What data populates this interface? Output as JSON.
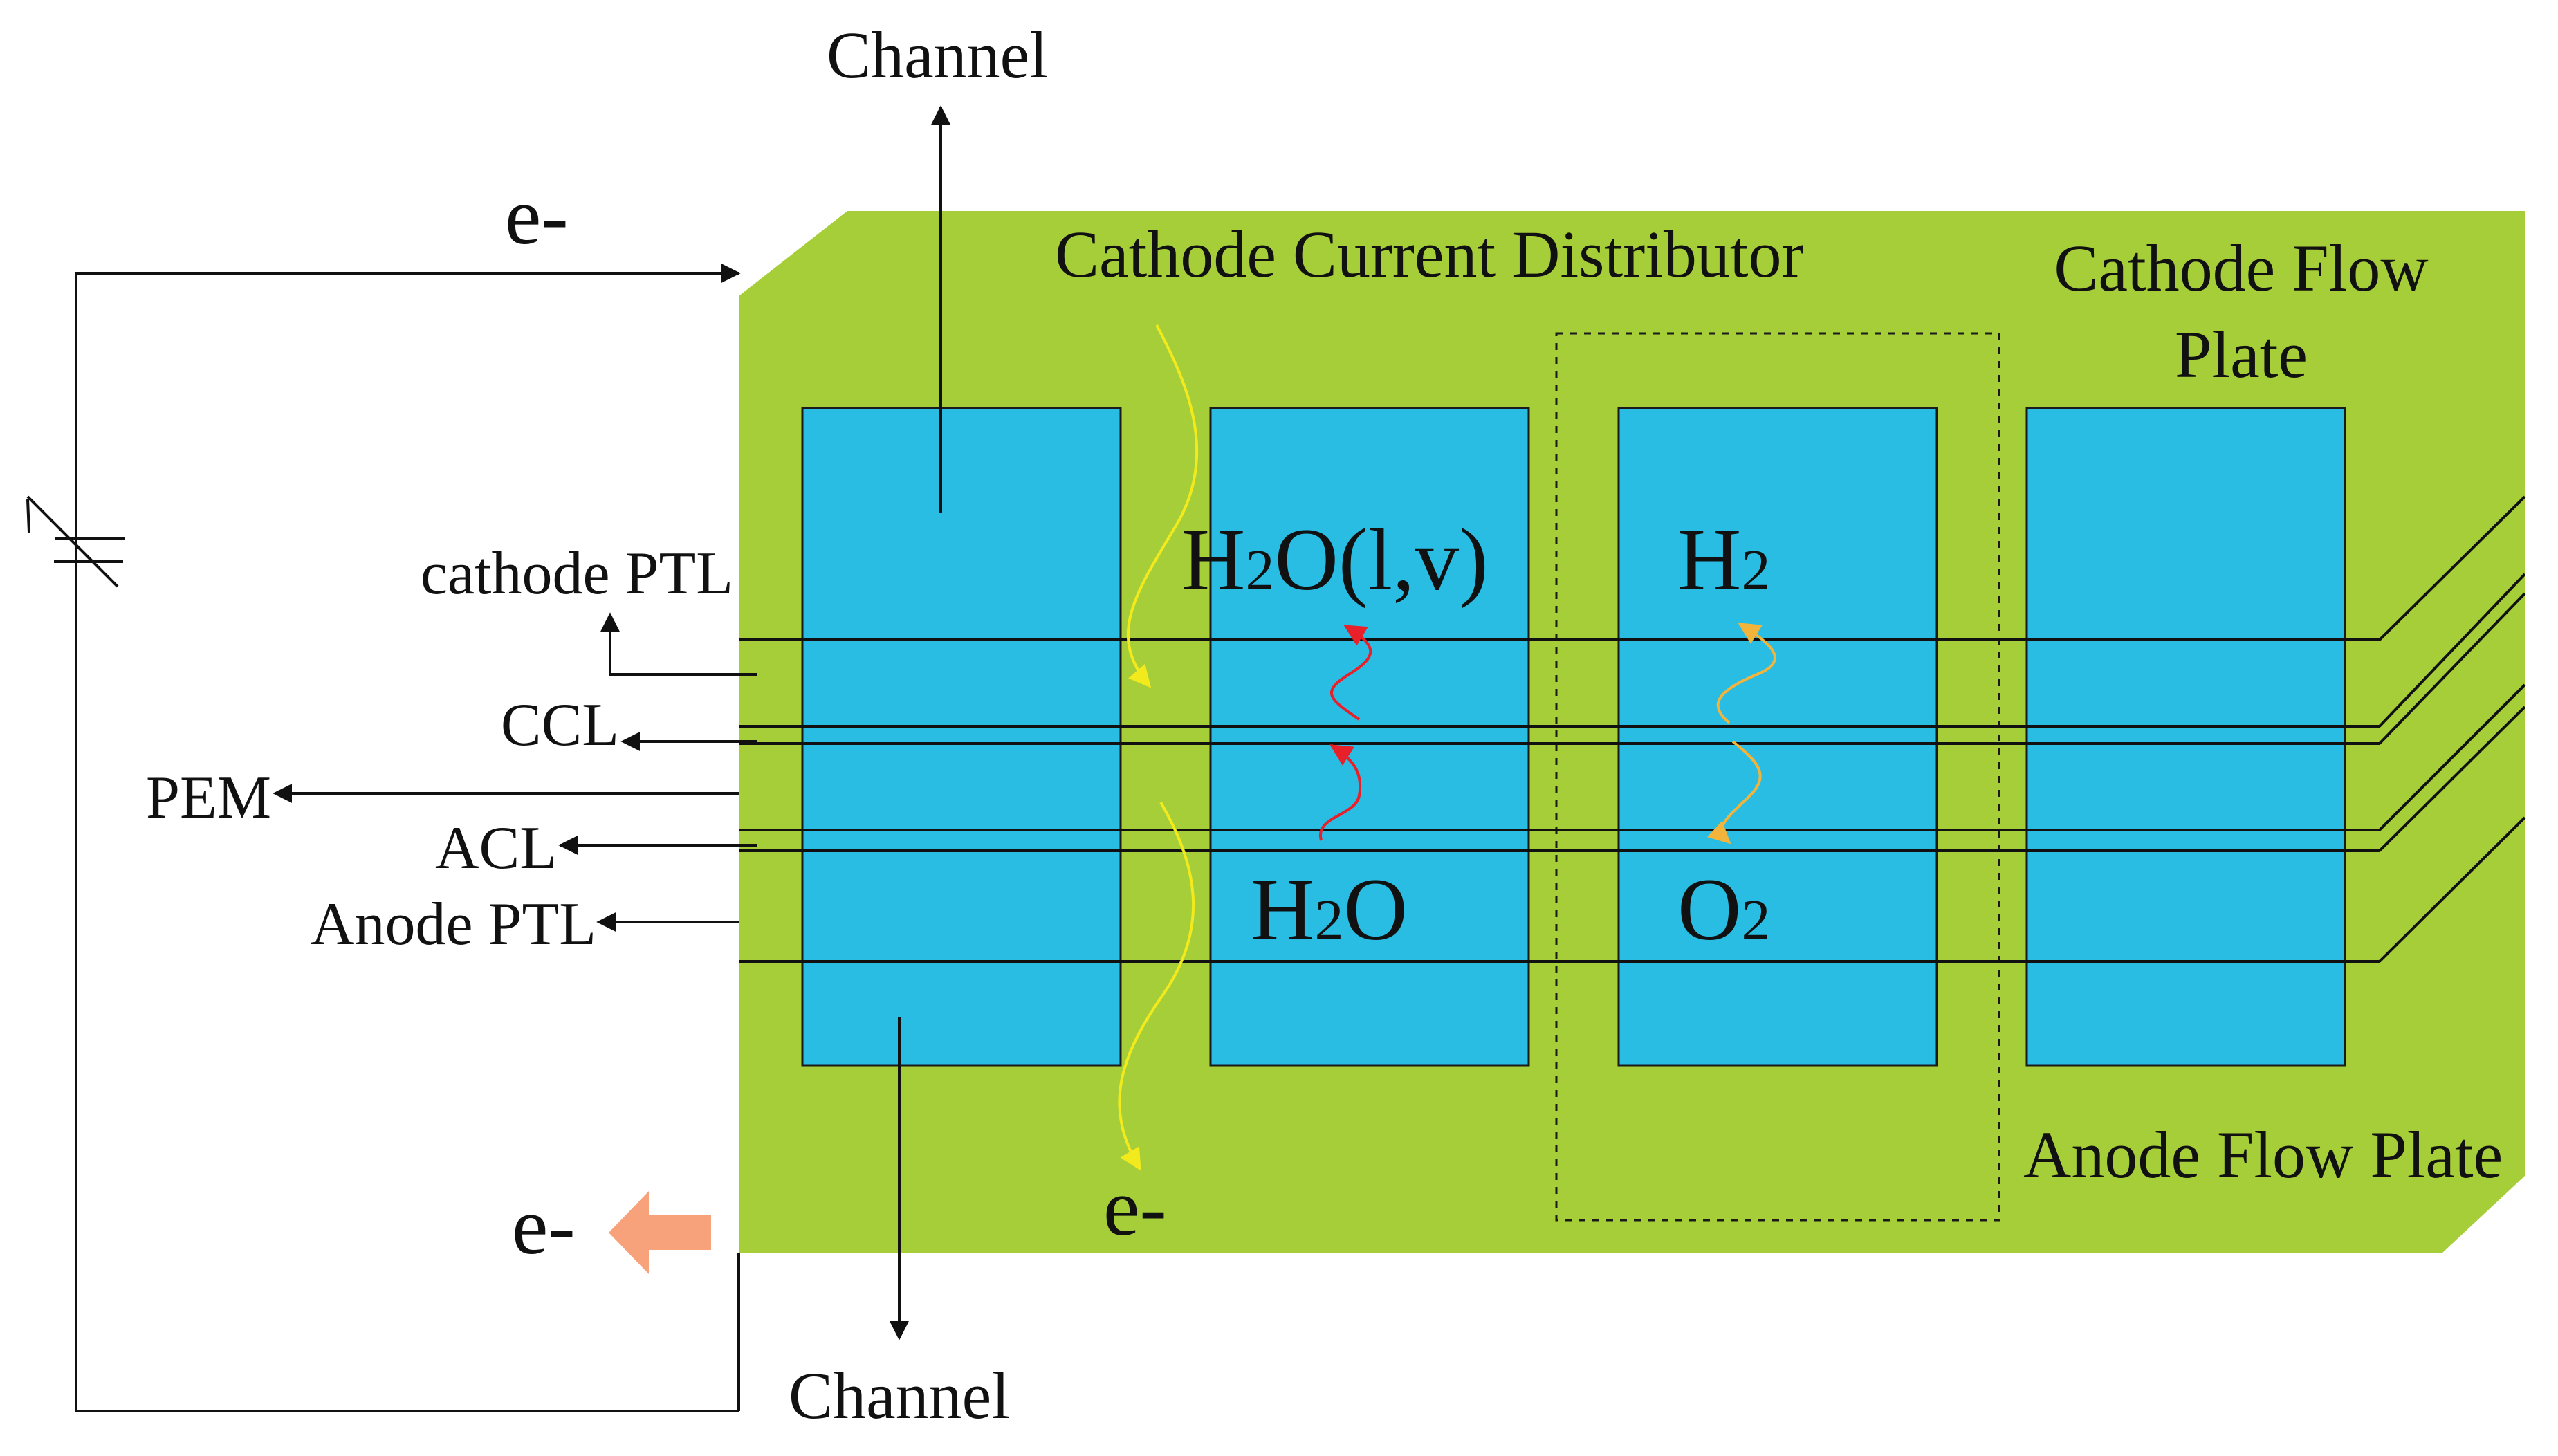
{
  "labels": {
    "channel_top": "Channel",
    "channel_bottom": "Channel",
    "electron_top": "e-",
    "electron_bottom": "e-",
    "electron_flow": "e-",
    "cathode_current_distributor": "Cathode Current Distributor",
    "cathode_flow_plate_line1": "Cathode Flow",
    "cathode_flow_plate_line2": "Plate",
    "anode_flow_plate": "Anode Flow Plate",
    "cathode_ptl": "cathode PTL",
    "ccl": "CCL",
    "pem": "PEM",
    "acl": "ACL",
    "anode_ptl": "Anode PTL",
    "h2o_lv_main": "H",
    "h2o_lv_sub": "2",
    "h2o_lv_tail": "O(l,v)",
    "h2_main": "H",
    "h2_sub": "2",
    "h2o_main": "H",
    "h2o_sub": "2",
    "h2o_tail": "O",
    "o2_main": "O",
    "o2_sub": "2"
  },
  "colors": {
    "plate_green": "#a6ce39",
    "channel_blue": "#29bde4",
    "electron_path_yellow": "#f2ea1c",
    "water_transport_red": "#e8202a",
    "gas_transport_orange": "#f2b43a",
    "electron_arrow_salmon": "#f8a27c"
  }
}
